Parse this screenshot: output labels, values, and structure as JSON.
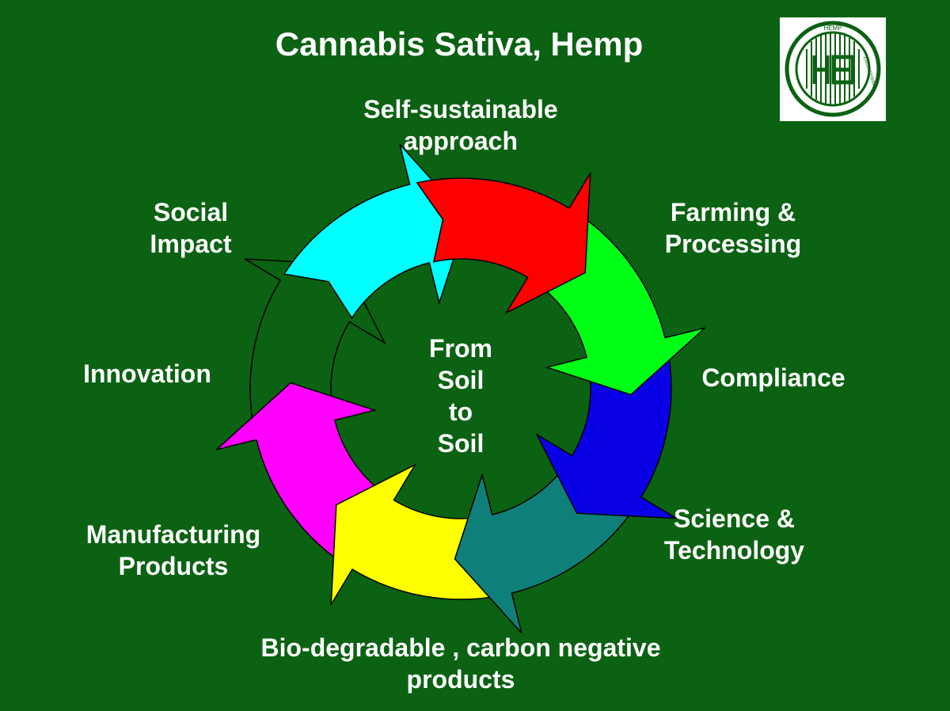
{
  "title": "Cannabis Sativa, Hemp",
  "center": [
    "From",
    "Soil",
    "to",
    "Soil"
  ],
  "logo": {
    "icon": "hemp-engineering-logo-icon",
    "text_top": "HEMP",
    "text_arc": "ENGINEERING",
    "color": "#0b6212"
  },
  "colors": {
    "background": "#0b6212",
    "segment_outline": "#000000"
  },
  "segments": [
    {
      "id": "self-sustainable",
      "color": "#ff0000",
      "lines": [
        "Self-sustainable",
        "approach"
      ]
    },
    {
      "id": "farming-processing",
      "color": "#00ff17",
      "lines": [
        "Farming &",
        "Processing"
      ]
    },
    {
      "id": "compliance",
      "color": "#0a00e6",
      "lines": [
        "Compliance"
      ]
    },
    {
      "id": "science-technology",
      "color": "#0f7f7a",
      "lines": [
        "Science &",
        "Technology"
      ]
    },
    {
      "id": "bio-degradable",
      "color": "#ffff00",
      "lines": [
        "Bio-degradable , carbon negative",
        "products"
      ]
    },
    {
      "id": "manufacturing-products",
      "color": "#ff00ff",
      "lines": [
        "Manufacturing",
        "Products"
      ]
    },
    {
      "id": "innovation",
      "color": "#0b6212",
      "lines": [
        "Innovation"
      ]
    },
    {
      "id": "social-impact",
      "color": "#00ffff",
      "lines": [
        "Social",
        "Impact"
      ]
    }
  ]
}
